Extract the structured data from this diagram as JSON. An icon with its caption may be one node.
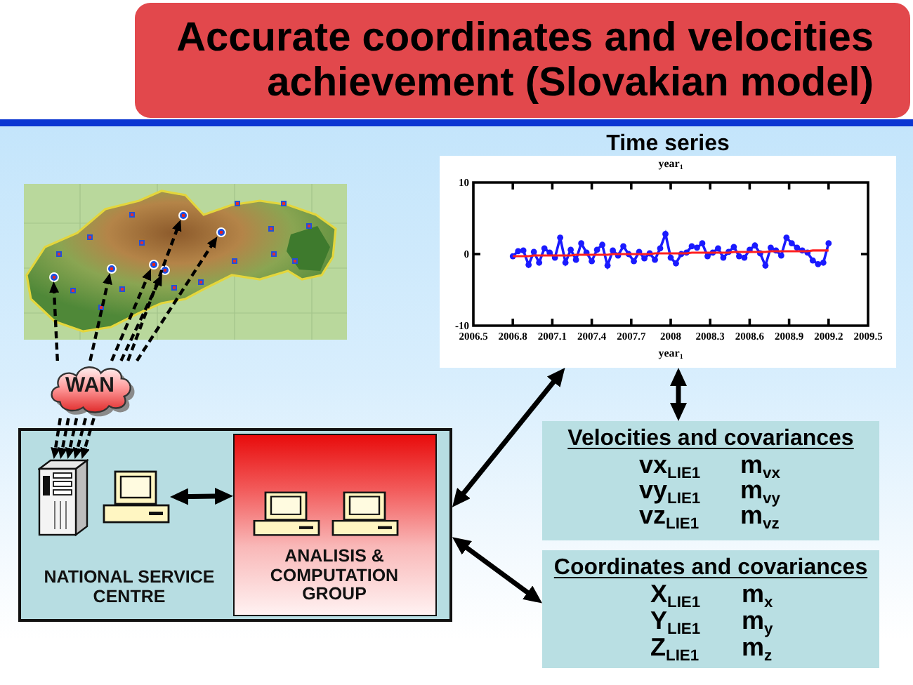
{
  "diagram": {
    "title": "Accurate coordinates and velocities achievement (Slovakian model)",
    "nodes": [
      {
        "text": [
          "Time series"
        ]
      },
      {
        "text": [],
        "shape": "picture"
      },
      {
        "text": [],
        "shape": "circle",
        "in": 1
      },
      {
        "text": [],
        "shape": "circle",
        "in": 1
      },
      {
        "text": [],
        "shape": "circle",
        "in": 1
      },
      {
        "text": [],
        "shape": "circle",
        "in": 1
      },
      {
        "text": [],
        "shape": "circle",
        "in": 1
      },
      {
        "text": [],
        "shape": "circle",
        "in": 1
      },
      {
        "text": [
          "WAN"
        ]
      },
      {
        "text": [
          "NATIONAL SERVICE CENTRE"
        ]
      },
      {
        "text": [],
        "shape": "picture",
        "in": 9
      },
      {
        "text": [],
        "shape": "picture",
        "in": 9
      },
      {
        "text": [
          "ANALISIS & COMPUTATION GROUP"
        ],
        "in": 9
      },
      {
        "text": [
          "Velocities and covariances",
          "vx$_{LIE1}$",
          "m$_{vx}$",
          "vy$_{LIE1}$",
          "m$_{vy}$",
          "vz$_{LIE1}$",
          "m$_{vz}$"
        ]
      },
      {
        "text": [
          "Coordinates and covariances",
          "X$_{LIE1}$",
          "m$_{x}$",
          "Y$_{LIE1}$",
          "m$_{y}$",
          "Z$_{LIE1}$",
          "m$_{z}$"
        ]
      }
    ],
    "edges": [
      {
        "from": 8,
        "to": 2,
        "arrow": "to",
        "style": "dashed"
      },
      {
        "from": 8,
        "to": 3,
        "arrow": "to",
        "style": "dashed"
      },
      {
        "from": 8,
        "to": 4,
        "arrow": "to",
        "style": "dashed"
      },
      {
        "from": 8,
        "to": 5,
        "arrow": "to",
        "style": "dashed"
      },
      {
        "from": 8,
        "to": 6,
        "arrow": "to",
        "style": "dashed"
      },
      {
        "from": 8,
        "to": 7,
        "arrow": "to",
        "style": "dashed"
      },
      {
        "from": 8,
        "to": 10,
        "arrow": "to",
        "style": "dashed"
      },
      {
        "from": 8,
        "to": 10,
        "arrow": "to",
        "style": "dashed"
      },
      {
        "from": 8,
        "to": 10,
        "arrow": "to",
        "style": "dashed"
      },
      {
        "from": 8,
        "to": 10,
        "arrow": "to",
        "style": "dashed"
      },
      {
        "from": 8,
        "to": 10,
        "arrow": "to",
        "style": "dashed"
      },
      {
        "from": 11,
        "to": 12,
        "arrow": "both"
      },
      {
        "from": 0,
        "to": 13,
        "arrow": "both"
      },
      {
        "from": 0,
        "to": 9,
        "arrow": "both"
      },
      {
        "from": 9,
        "to": 14,
        "arrow": "both"
      }
    ],
    "chart_data": {
      "type": "line",
      "title": "year$_{1}$",
      "xlabel": "year$_{1}$",
      "x": [
        2006.8,
        2006.84,
        2006.88,
        2006.92,
        2006.96,
        2007,
        2007.04,
        2007.08,
        2007.12,
        2007.16,
        2007.2,
        2007.24,
        2007.28,
        2007.32,
        2007.36,
        2007.4,
        2007.44,
        2007.48,
        2007.52,
        2007.56,
        2007.6,
        2007.64,
        2007.68,
        2007.72,
        2007.76,
        2007.8,
        2007.84,
        2007.88,
        2007.92,
        2007.96,
        2008,
        2008.04,
        2008.08,
        2008.12,
        2008.16,
        2008.2,
        2008.24,
        2008.28,
        2008.32,
        2008.36,
        2008.4,
        2008.44,
        2008.48,
        2008.52,
        2008.56,
        2008.6,
        2008.64,
        2008.68,
        2008.72,
        2008.76,
        2008.8,
        2008.84,
        2008.88,
        2008.92,
        2008.96,
        2009,
        2009.04,
        2009.08,
        2009.12,
        2009.16,
        2009.2
      ],
      "series": [
        {
          "color": "#1a1aff",
          "marker": "circle",
          "values": [
            -0.3,
            0.4,
            0.5,
            -1.5,
            0.3,
            -1.2,
            0.8,
            0.2,
            -0.5,
            2.3,
            -1.2,
            0.6,
            -0.8,
            1.5,
            0.2,
            -1,
            0.6,
            1.3,
            -1.6,
            0.5,
            -0.2,
            1.1,
            0,
            -1,
            0.3,
            -0.6,
            0.1,
            -0.8,
            0.8,
            2.8,
            -0.5,
            -1.3,
            0,
            0.2,
            1.1,
            0.9,
            1.5,
            -0.3,
            0.2,
            0.8,
            -0.5,
            0.3,
            1,
            -0.3,
            -0.5,
            0.6,
            1.2,
            0.1,
            -1.6,
            0.9,
            0.5,
            -0.2,
            2.3,
            1.5,
            0.9,
            0.5,
            0.2,
            -0.9,
            -1.4,
            -1.2,
            1.5
          ]
        },
        {
          "color": "#ff2020",
          "values": [
            -0.3,
            -0.3,
            -0.3,
            -0.3,
            -0.2,
            -0.2,
            -0.2,
            -0.2,
            -0.2,
            -0.2,
            -0.2,
            -0.2,
            -0.1,
            -0.1,
            -0.1,
            -0.1,
            -0.1,
            -0.1,
            -0.1,
            0,
            0,
            0,
            0,
            0,
            0,
            0,
            0,
            0.1,
            0.1,
            0.1,
            0.1,
            0.1,
            0.1,
            0.1,
            0.2,
            0.2,
            0.2,
            0.2,
            0.2,
            0.2,
            0.2,
            0.2,
            0.3,
            0.3,
            0.3,
            0.3,
            0.3,
            0.3,
            0.3,
            0.4,
            0.4,
            0.4,
            0.4,
            0.4,
            0.4,
            0.4,
            0.4,
            0.5,
            0.5,
            0.5,
            0.5
          ]
        }
      ],
      "xlim": [
        2006.5,
        2009.5
      ],
      "ylim": [
        -10,
        10
      ],
      "xticks": [
        2006.5,
        2006.8,
        2007.1,
        2007.4,
        2007.7,
        2008,
        2008.3,
        2008.6,
        2008.9,
        2009.2,
        2009.5
      ],
      "yticks": [
        -10,
        0,
        10
      ]
    }
  }
}
